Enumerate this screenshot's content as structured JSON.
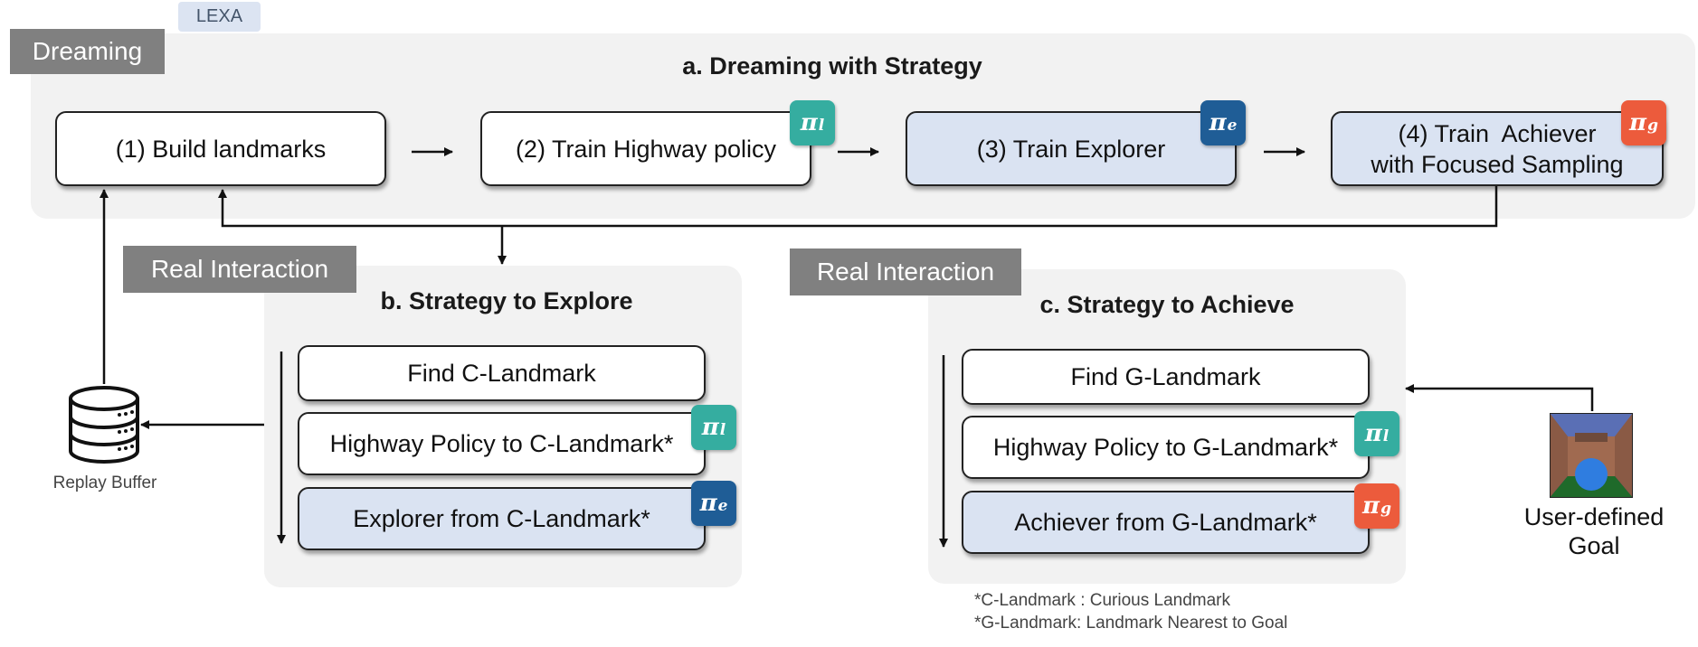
{
  "lexa_label": "LEXA",
  "dreaming": {
    "tag": "Dreaming",
    "title": "a. Dreaming with Strategy",
    "steps": [
      {
        "label": "(1) Build landmarks"
      },
      {
        "label": "(2) Train Highway policy",
        "badge": {
          "symbol": "π",
          "sub": "l",
          "color": "#35ada0"
        }
      },
      {
        "label": "(3) Train Explorer",
        "badge": {
          "symbol": "π",
          "sub": "e",
          "color": "#1f5d96"
        }
      },
      {
        "line1": "(4) Train  Achiever",
        "line2": "with Focused Sampling",
        "badge": {
          "symbol": "π",
          "sub": "g",
          "color": "#ec5b3c"
        }
      }
    ]
  },
  "explore": {
    "tag": "Real Interaction",
    "title": "b. Strategy to Explore",
    "steps": [
      {
        "label": "Find C-Landmark"
      },
      {
        "label": "Highway Policy to C-Landmark*",
        "badge": {
          "symbol": "π",
          "sub": "l"
        }
      },
      {
        "label": "Explorer from C-Landmark*",
        "badge": {
          "symbol": "π",
          "sub": "e"
        }
      }
    ]
  },
  "achieve": {
    "tag": "Real Interaction",
    "title": "c. Strategy to Achieve",
    "steps": [
      {
        "label": "Find G-Landmark"
      },
      {
        "label": "Highway Policy to G-Landmark*",
        "badge": {
          "symbol": "π",
          "sub": "l"
        }
      },
      {
        "label": "Achiever from G-Landmark*",
        "badge": {
          "symbol": "π",
          "sub": "g"
        }
      }
    ]
  },
  "replay_buffer": {
    "label": "Replay Buffer",
    "icon": "database-icon"
  },
  "goal": {
    "line1": "User-defined",
    "line2": "Goal",
    "icon": "goal-image"
  },
  "footnotes": [
    "*C-Landmark : Curious Landmark",
    "*G-Landmark: Landmark Nearest to Goal"
  ],
  "colors": {
    "panel": "#f2f2f2",
    "tag": "#808080",
    "blue_box": "#dae3f2",
    "pi_l": "#35ada0",
    "pi_e": "#1f5d96",
    "pi_g": "#ec5b3c"
  }
}
